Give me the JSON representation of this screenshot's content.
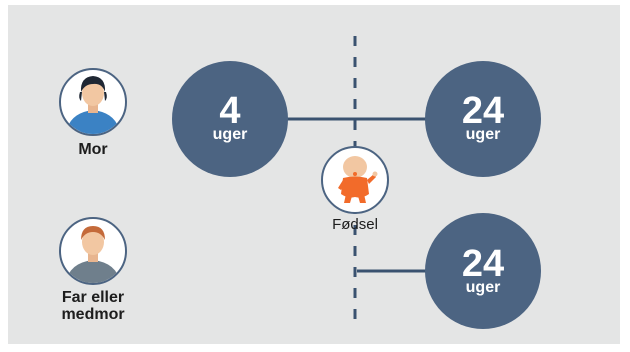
{
  "people": {
    "mother": {
      "label": "Mor",
      "icon": "mother-avatar-icon"
    },
    "partner": {
      "label": "Far eller\nmedmor",
      "icon": "father-avatar-icon"
    }
  },
  "birth": {
    "label": "Fødsel",
    "icon": "baby-icon"
  },
  "bubbles": {
    "mother_before": {
      "number": "4",
      "unit": "uger"
    },
    "mother_after": {
      "number": "24",
      "unit": "uger"
    },
    "partner_after": {
      "number": "24",
      "unit": "uger"
    }
  },
  "colors": {
    "panel": "#e4e5e5",
    "bubble": "#4c6482",
    "line": "#3a5270",
    "baby_outfit": "#f26b2a"
  }
}
